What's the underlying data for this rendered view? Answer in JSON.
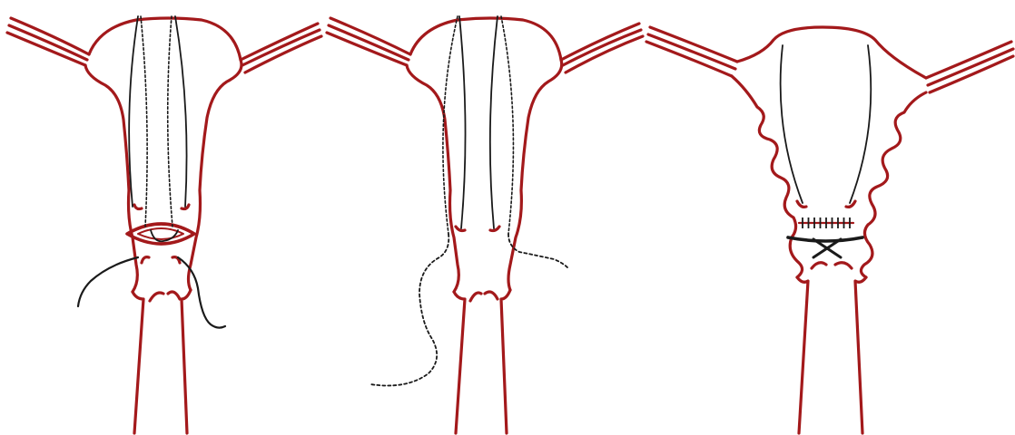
{
  "colors": {
    "tissue": "#a3191b",
    "suture": "#1a1a1a",
    "background": "#ffffff"
  },
  "panels": [
    {
      "stage": "needle-passes-and-incision",
      "suture_style": "solid-and-dotted"
    },
    {
      "stage": "threads-passed-through",
      "suture_style": "dotted"
    },
    {
      "stage": "closure-tied",
      "suture_style": "solid"
    }
  ]
}
